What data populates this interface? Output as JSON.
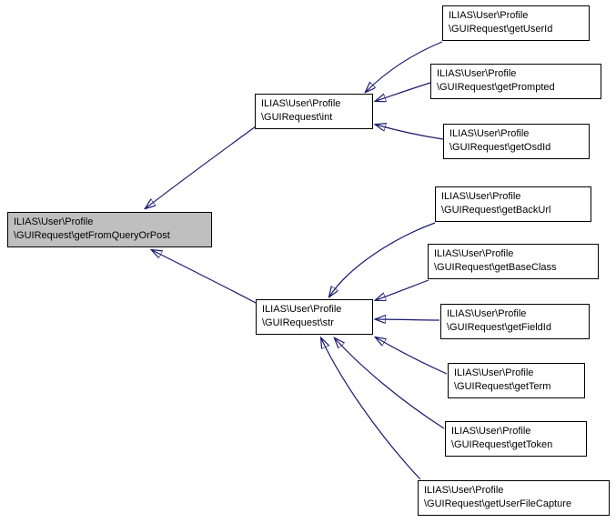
{
  "diagram": {
    "type": "doxygen-caller-graph",
    "background_color": "#ffffff",
    "edge_color": "#191970",
    "node_border_color": "#000000",
    "node_fill_color": "#ffffff",
    "highlight_fill_color": "#bfbfbf"
  },
  "nodes": {
    "main": {
      "line1": "ILIAS\\User\\Profile",
      "line2": "\\GUIRequest\\getFromQueryOrPost",
      "highlighted": true
    },
    "int": {
      "line1": "ILIAS\\User\\Profile",
      "line2": "\\GUIRequest\\int"
    },
    "str": {
      "line1": "ILIAS\\User\\Profile",
      "line2": "\\GUIRequest\\str"
    },
    "getUserId": {
      "line1": "ILIAS\\User\\Profile",
      "line2": "\\GUIRequest\\getUserId"
    },
    "getPrompted": {
      "line1": "ILIAS\\User\\Profile",
      "line2": "\\GUIRequest\\getPrompted"
    },
    "getOsdId": {
      "line1": "ILIAS\\User\\Profile",
      "line2": "\\GUIRequest\\getOsdId"
    },
    "getBackUrl": {
      "line1": "ILIAS\\User\\Profile",
      "line2": "\\GUIRequest\\getBackUrl"
    },
    "getBaseClass": {
      "line1": "ILIAS\\User\\Profile",
      "line2": "\\GUIRequest\\getBaseClass"
    },
    "getFieldId": {
      "line1": "ILIAS\\User\\Profile",
      "line2": "\\GUIRequest\\getFieldId"
    },
    "getTerm": {
      "line1": "ILIAS\\User\\Profile",
      "line2": "\\GUIRequest\\getTerm"
    },
    "getToken": {
      "line1": "ILIAS\\User\\Profile",
      "line2": "\\GUIRequest\\getToken"
    },
    "getUserFileCapture": {
      "line1": "ILIAS\\User\\Profile",
      "line2": "\\GUIRequest\\getUserFileCapture"
    }
  },
  "edges": [
    {
      "from": "int",
      "to": "main"
    },
    {
      "from": "str",
      "to": "main"
    },
    {
      "from": "getUserId",
      "to": "int"
    },
    {
      "from": "getPrompted",
      "to": "int"
    },
    {
      "from": "getOsdId",
      "to": "int"
    },
    {
      "from": "getBackUrl",
      "to": "str"
    },
    {
      "from": "getBaseClass",
      "to": "str"
    },
    {
      "from": "getFieldId",
      "to": "str"
    },
    {
      "from": "getTerm",
      "to": "str"
    },
    {
      "from": "getToken",
      "to": "str"
    },
    {
      "from": "getUserFileCapture",
      "to": "str"
    }
  ]
}
